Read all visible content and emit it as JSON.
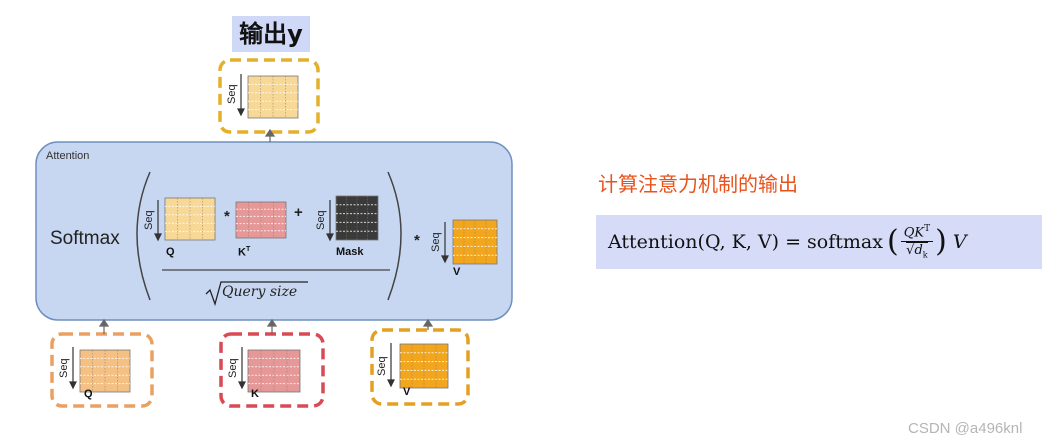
{
  "output_title": "输出y",
  "attention_label": "Attention",
  "softmax_label": "Softmax",
  "seq_label": "Seq",
  "mult_op": "*",
  "plus_op": "+",
  "query_size": "Query size",
  "inner": {
    "q_label": "Q",
    "k_label": "K",
    "k_sup": "T",
    "mask_label": "Mask",
    "v_label": "V"
  },
  "inputs": {
    "q_label": "Q",
    "k_label": "K",
    "v_label": "V"
  },
  "heading": "计算注意力机制的输出",
  "formula": {
    "lhs": "Attention(Q, K, V) = softmax",
    "num": "QK",
    "num_sup": "T",
    "den_root": "d",
    "den_sub": "k",
    "tail": "V"
  },
  "watermark": "CSDN @a496knl",
  "colors": {
    "output_fill": "#f7d896",
    "q_fill": "#f4c083",
    "k_fill": "#e69898",
    "v_fill": "#f2a61e",
    "mask_fill": "#3a3a3a",
    "panel": "#c7d7f1",
    "heading": "#e8531c",
    "formula_bg": "#d6dcf8"
  }
}
